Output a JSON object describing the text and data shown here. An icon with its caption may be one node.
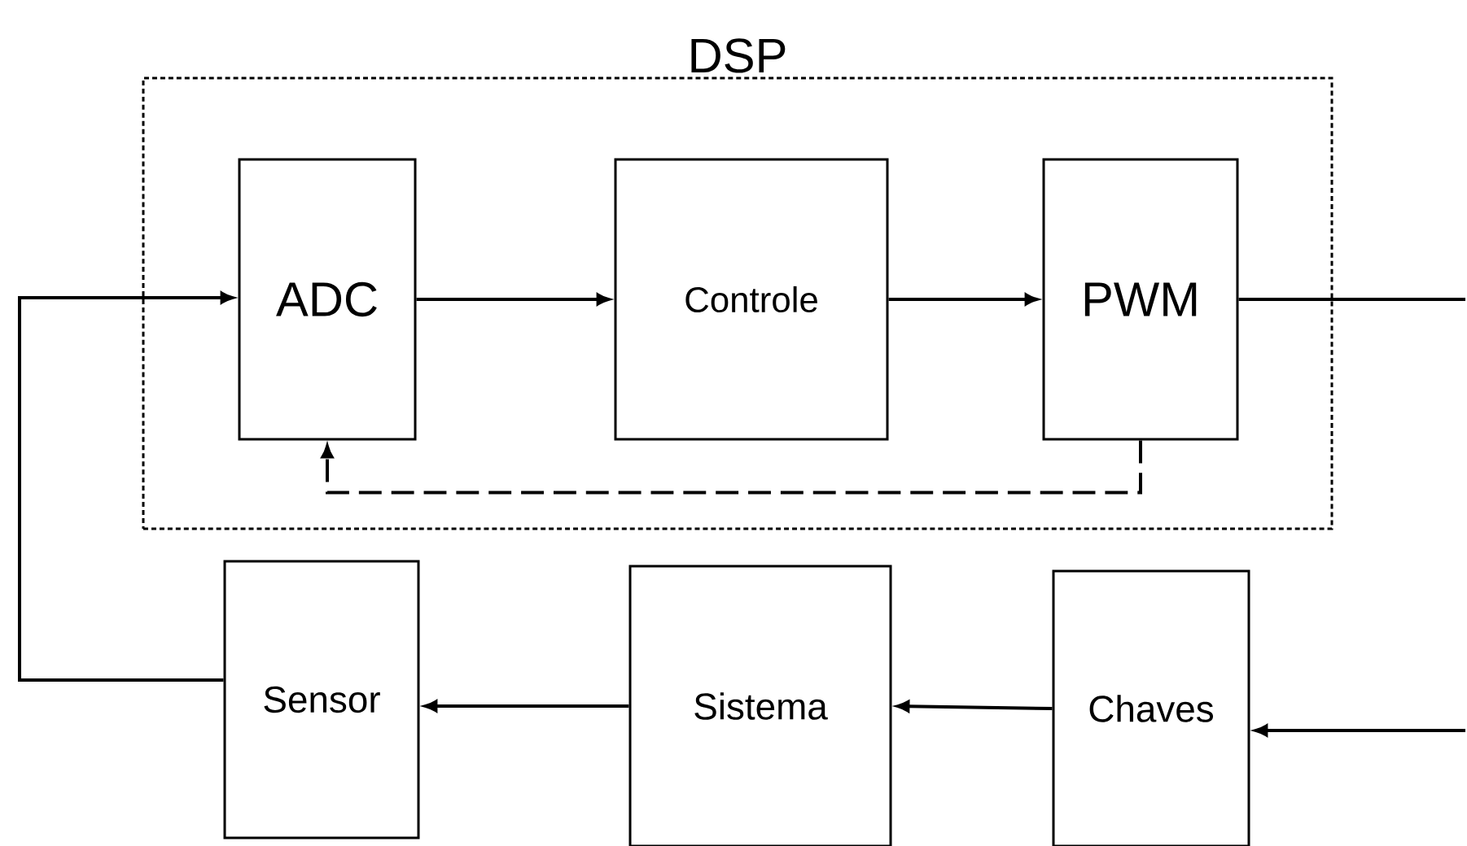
{
  "diagram": {
    "nodes": [
      {
        "text": [
          "DSP"
        ]
      },
      {
        "text": [
          "ADC"
        ],
        "in": 0
      },
      {
        "text": [
          "Controle"
        ],
        "in": 0
      },
      {
        "text": [
          "PWM"
        ],
        "in": 0
      },
      {
        "text": [
          "Sensor"
        ]
      },
      {
        "text": [
          "Sistema"
        ]
      },
      {
        "text": [
          "Chaves"
        ]
      }
    ],
    "edges": [
      {
        "from": 1,
        "to": 2,
        "arrow": "to"
      },
      {
        "from": 2,
        "to": 3,
        "arrow": "to"
      },
      {
        "from": 3,
        "to": null,
        "arrow": "none"
      },
      {
        "from": 3,
        "to": 1,
        "arrow": "to",
        "style": "dashed"
      },
      {
        "from": null,
        "to": 6,
        "arrow": "to"
      },
      {
        "from": 6,
        "to": 5,
        "arrow": "to"
      },
      {
        "from": 5,
        "to": 4,
        "arrow": "to"
      },
      {
        "from": 4,
        "to": 1,
        "arrow": "to"
      }
    ]
  }
}
